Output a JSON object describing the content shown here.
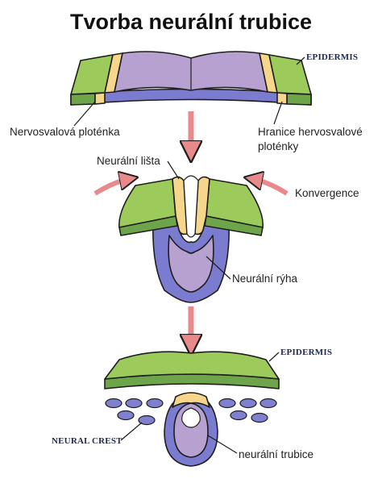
{
  "title": "Tvorba neurální trubice",
  "labels": {
    "epidermis_top": "EPIDERMIS",
    "neural_plate": "Nervosvalová ploténka",
    "plate_border_line1": "Hranice hervosvalové",
    "plate_border_line2": "ploténky",
    "neural_crest_fold": "Neurální lišta",
    "convergence": "Konvergence",
    "neural_groove": "Neurální rýha",
    "epidermis_bottom": "EPIDERMIS",
    "neural_crest_caps": "NEURAL CREST",
    "neural_tube": "neurální trubice"
  },
  "colors": {
    "epidermis": "#9ccb5c",
    "epidermis_dark": "#6ea54a",
    "plate": "#b7a1d0",
    "plate_dark": "#7b7ccf",
    "border_yellow": "#f5d68a",
    "crest_cells": "#7f80cf",
    "arrow": "#e8898c"
  }
}
